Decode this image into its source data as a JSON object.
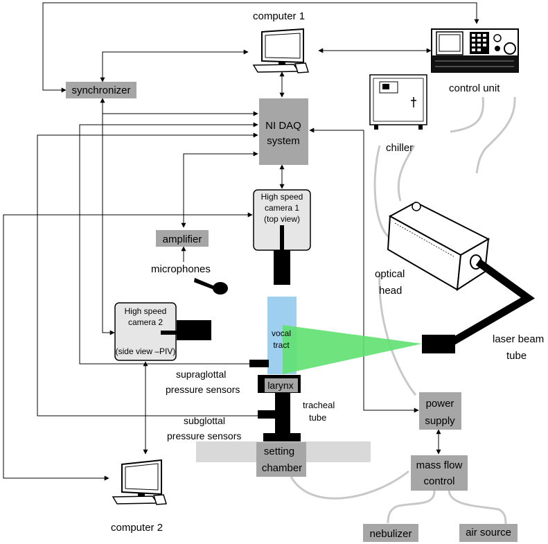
{
  "labels": {
    "computer1": "computer 1",
    "computer2": "computer 2",
    "synchronizer": "synchronizer",
    "control_unit": "control unit",
    "chiller": "chiller",
    "ni_daq_line1": "NI DAQ",
    "ni_daq_line2": "system",
    "hs_cam1_line1": "High speed",
    "hs_cam1_line2": "camera 1",
    "hs_cam1_line3": "(top view)",
    "amplifier": "amplifier",
    "microphones": "microphones",
    "optical_head_line1": "optical",
    "optical_head_line2": "head",
    "hs_cam2_line1": "High speed",
    "hs_cam2_line2": "camera 2",
    "hs_cam2_line3": "(side view –PIV)",
    "vocal_tract_line1": "vocal",
    "vocal_tract_line2": "tract",
    "laser_beam_tube_line1": "laser beam",
    "laser_beam_tube_line2": "tube",
    "supraglottal_line1": "supraglottal",
    "supraglottal_line2": "pressure sensors",
    "larynx": "larynx",
    "tracheal_tube_line1": "tracheal",
    "tracheal_tube_line2": "tube",
    "subglottal_line1": "subglottal",
    "subglottal_line2": "pressure sensors",
    "power_supply_line1": "power",
    "power_supply_line2": "supply",
    "setting_chamber_line1": "setting",
    "setting_chamber_line2": "chamber",
    "mass_flow_line1": "mass flow",
    "mass_flow_line2": "control",
    "nebulizer": "nebulizer",
    "air_source": "air source"
  },
  "colors": {
    "box_gray": "#a6a6a6",
    "camera_body": "#e6e6e6",
    "vocal_tract": "#9fcfef",
    "laser_sheet": "#5fe070",
    "hose_gray": "#c8c8c8",
    "chamber_gray": "#d9d9d9"
  },
  "icons": [
    "computer-icon",
    "microphone-icon",
    "control-unit-icon",
    "chiller-icon",
    "optical-head-icon"
  ]
}
